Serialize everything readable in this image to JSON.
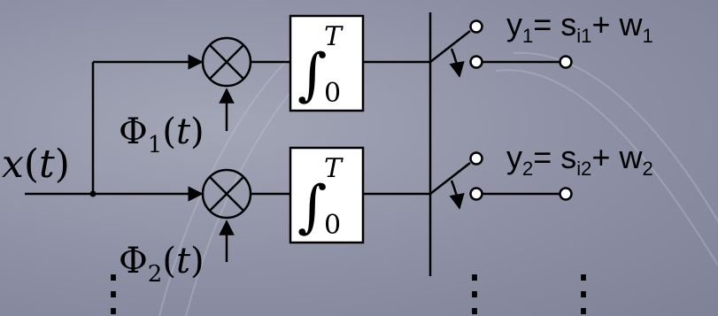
{
  "input_label": {
    "main": "x",
    "open": "(",
    "var": "t",
    "close": ")"
  },
  "basis": [
    {
      "symbol": "Φ",
      "sub": "1",
      "open": "(",
      "var": "t",
      "close": ")"
    },
    {
      "symbol": "Φ",
      "sub": "2",
      "open": "(",
      "var": "t",
      "close": ")"
    }
  ],
  "integrator": {
    "symbol": "∫",
    "upper": "T",
    "lower": "0"
  },
  "outputs": [
    {
      "y": "y",
      "y_sub": "1",
      "eq": "= ",
      "s": "s",
      "s_sub": "i1",
      "plus": "+ ",
      "w": "w",
      "w_sub": "1"
    },
    {
      "y": "y",
      "y_sub": "2",
      "eq": "= ",
      "s": "s",
      "s_sub": "i2",
      "plus": "+ ",
      "w": "w",
      "w_sub": "2"
    }
  ],
  "continuation": "⋮"
}
